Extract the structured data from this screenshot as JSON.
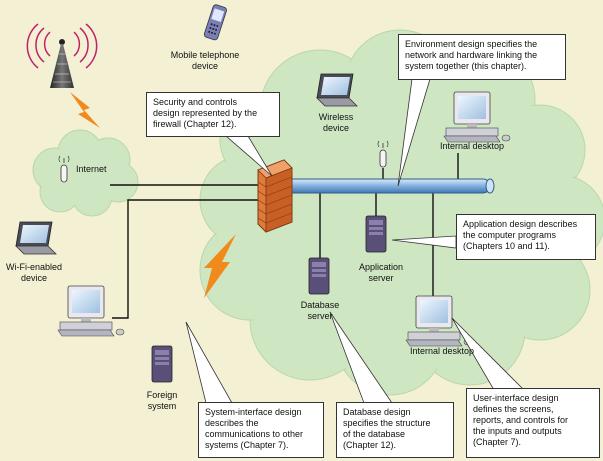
{
  "labels": {
    "mobile": [
      "Mobile telephone",
      "device"
    ],
    "internet": "Internet",
    "wifi_device": [
      "Wi-Fi-enabled",
      "device"
    ],
    "wireless": [
      "Wireless",
      "device"
    ],
    "internal_desktop_top": "Internal desktop",
    "internal_desktop_bottom": "Internal desktop",
    "app_server": [
      "Application",
      "server"
    ],
    "db_server": [
      "Database",
      "server"
    ],
    "foreign": [
      "Foreign",
      "system"
    ]
  },
  "callouts": {
    "security": [
      "Security and controls",
      "design represented by the",
      "firewall (Chapter 12)."
    ],
    "environment": [
      "Environment design specifies the",
      "network and hardware linking the",
      "system together (this chapter)."
    ],
    "application": [
      "Application design describes",
      "the computer programs",
      "(Chapters 10 and 11)."
    ],
    "system_interface": [
      "System-interface design",
      "describes the",
      "communications to other",
      "systems (Chapter 7)."
    ],
    "database": [
      "Database design",
      "specifies the structure",
      "of the database",
      "(Chapter 12)."
    ],
    "ui": [
      "User-interface design",
      "defines the screens,",
      "reports, and controls for",
      "the inputs and outputs",
      "(Chapter 7)."
    ]
  },
  "colors": {
    "background": "#f3f0d4",
    "cloud": "#cfe6c3",
    "cloud_edge": "#b9d7ab",
    "bus": "#6fa2d4",
    "firewall": "#e07a3a",
    "lightning": "#f08a1c"
  }
}
